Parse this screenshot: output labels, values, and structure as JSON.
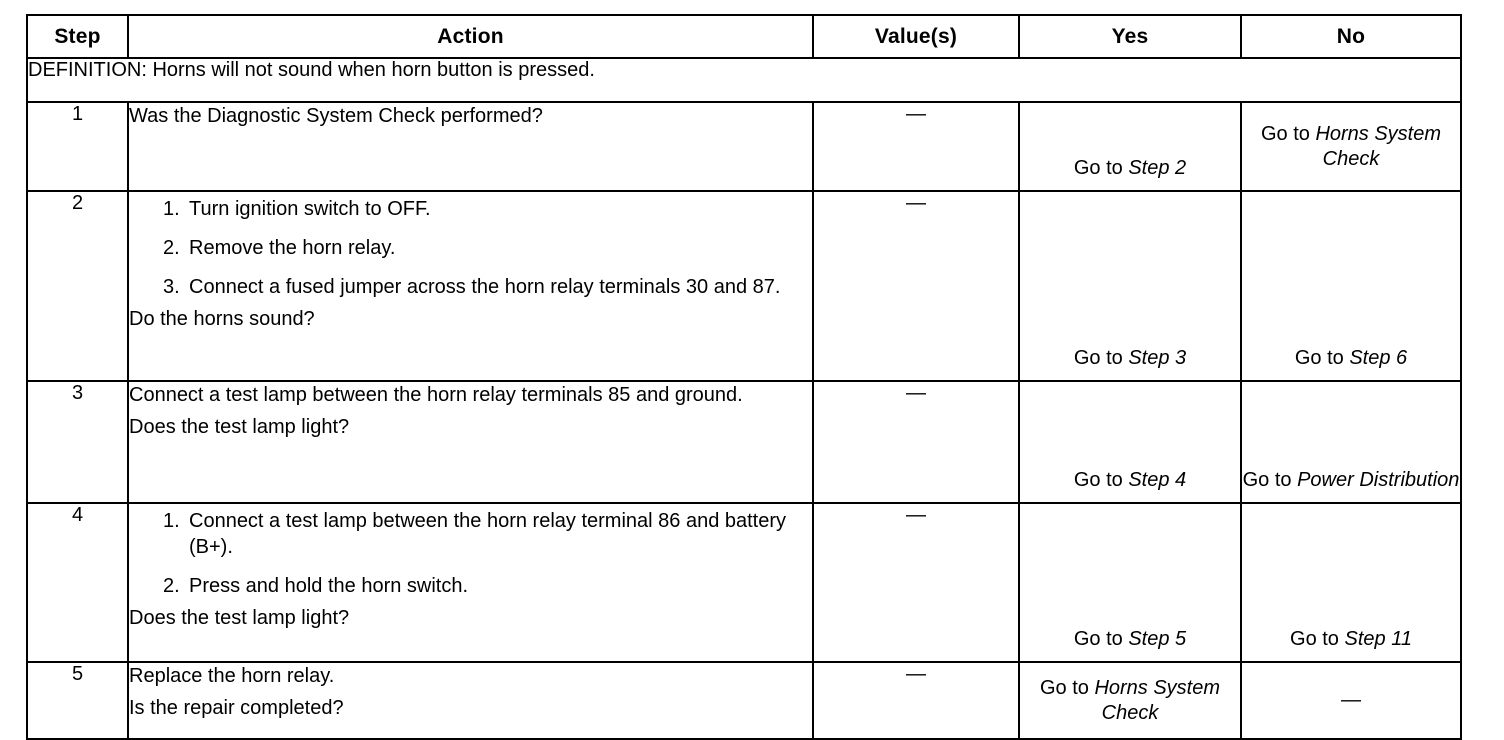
{
  "table": {
    "columns": [
      {
        "key": "step",
        "label": "Step"
      },
      {
        "key": "action",
        "label": "Action"
      },
      {
        "key": "value",
        "label": "Value(s)"
      },
      {
        "key": "yes",
        "label": "Yes"
      },
      {
        "key": "no",
        "label": "No"
      }
    ],
    "definition_label": "DEFINITION:",
    "definition": "DEFINITION: Horns will not sound when horn button is pressed.",
    "dash": "—",
    "rows": [
      {
        "step": "1",
        "action": {
          "lead": "Was the Diagnostic System Check performed?",
          "items": [],
          "tail": ""
        },
        "value": "—",
        "yes": {
          "prefix": "Go to ",
          "target": "Step 2"
        },
        "no": {
          "prefix": "Go to ",
          "target": "Horns System Check"
        }
      },
      {
        "step": "2",
        "action": {
          "lead": "",
          "items": [
            "Turn ignition switch to OFF.",
            "Remove the horn relay.",
            "Connect a fused jumper across the horn relay terminals 30 and 87."
          ],
          "tail": "Do the horns sound?"
        },
        "value": "—",
        "yes": {
          "prefix": "Go to ",
          "target": "Step 3"
        },
        "no": {
          "prefix": "Go to ",
          "target": "Step 6"
        }
      },
      {
        "step": "3",
        "action": {
          "lead": "Connect a test lamp between the horn relay terminals 85 and ground.",
          "items": [],
          "tail": "Does the test lamp light?"
        },
        "value": "—",
        "yes": {
          "prefix": "Go to ",
          "target": "Step 4"
        },
        "no": {
          "prefix": "Go to ",
          "target": "Power Distribution"
        }
      },
      {
        "step": "4",
        "action": {
          "lead": "",
          "items": [
            "Connect a test lamp between the horn relay terminal 86 and battery (B+).",
            "Press and hold the horn switch."
          ],
          "tail": "Does the test lamp light?"
        },
        "value": "—",
        "yes": {
          "prefix": "Go to ",
          "target": "Step 5"
        },
        "no": {
          "prefix": "Go to ",
          "target": "Step 11"
        }
      },
      {
        "step": "5",
        "action": {
          "lead": "Replace the horn relay.",
          "items": [],
          "tail": "Is the repair completed?"
        },
        "value": "—",
        "yes": {
          "prefix": "Go to ",
          "target": "Horns System Check"
        },
        "no": {
          "prefix": "",
          "target": "—"
        }
      }
    ]
  }
}
